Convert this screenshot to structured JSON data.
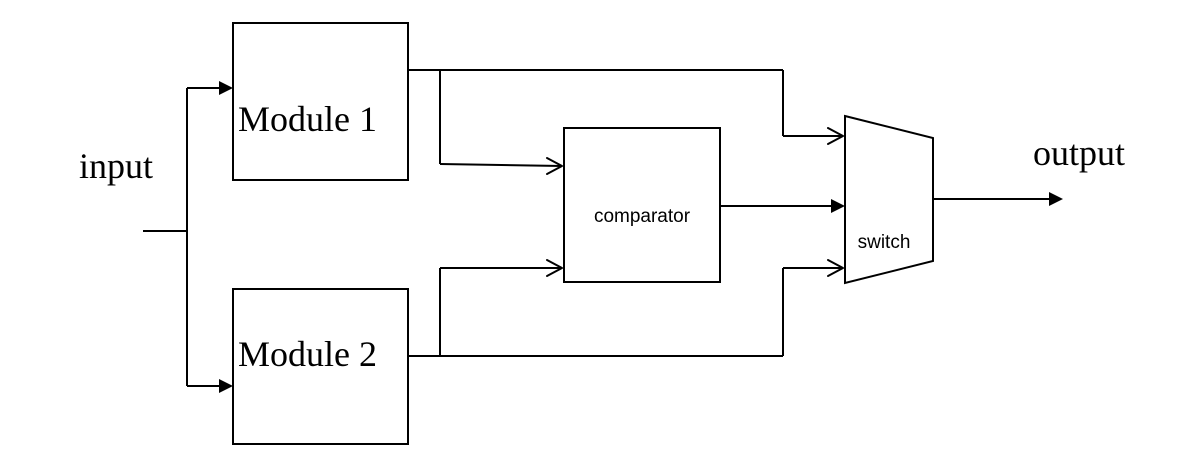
{
  "diagram": {
    "input_label": "input",
    "output_label": "output",
    "module1_label": "Module 1",
    "module2_label": "Module 2",
    "comparator_label": "comparator",
    "switch_label": "switch"
  }
}
